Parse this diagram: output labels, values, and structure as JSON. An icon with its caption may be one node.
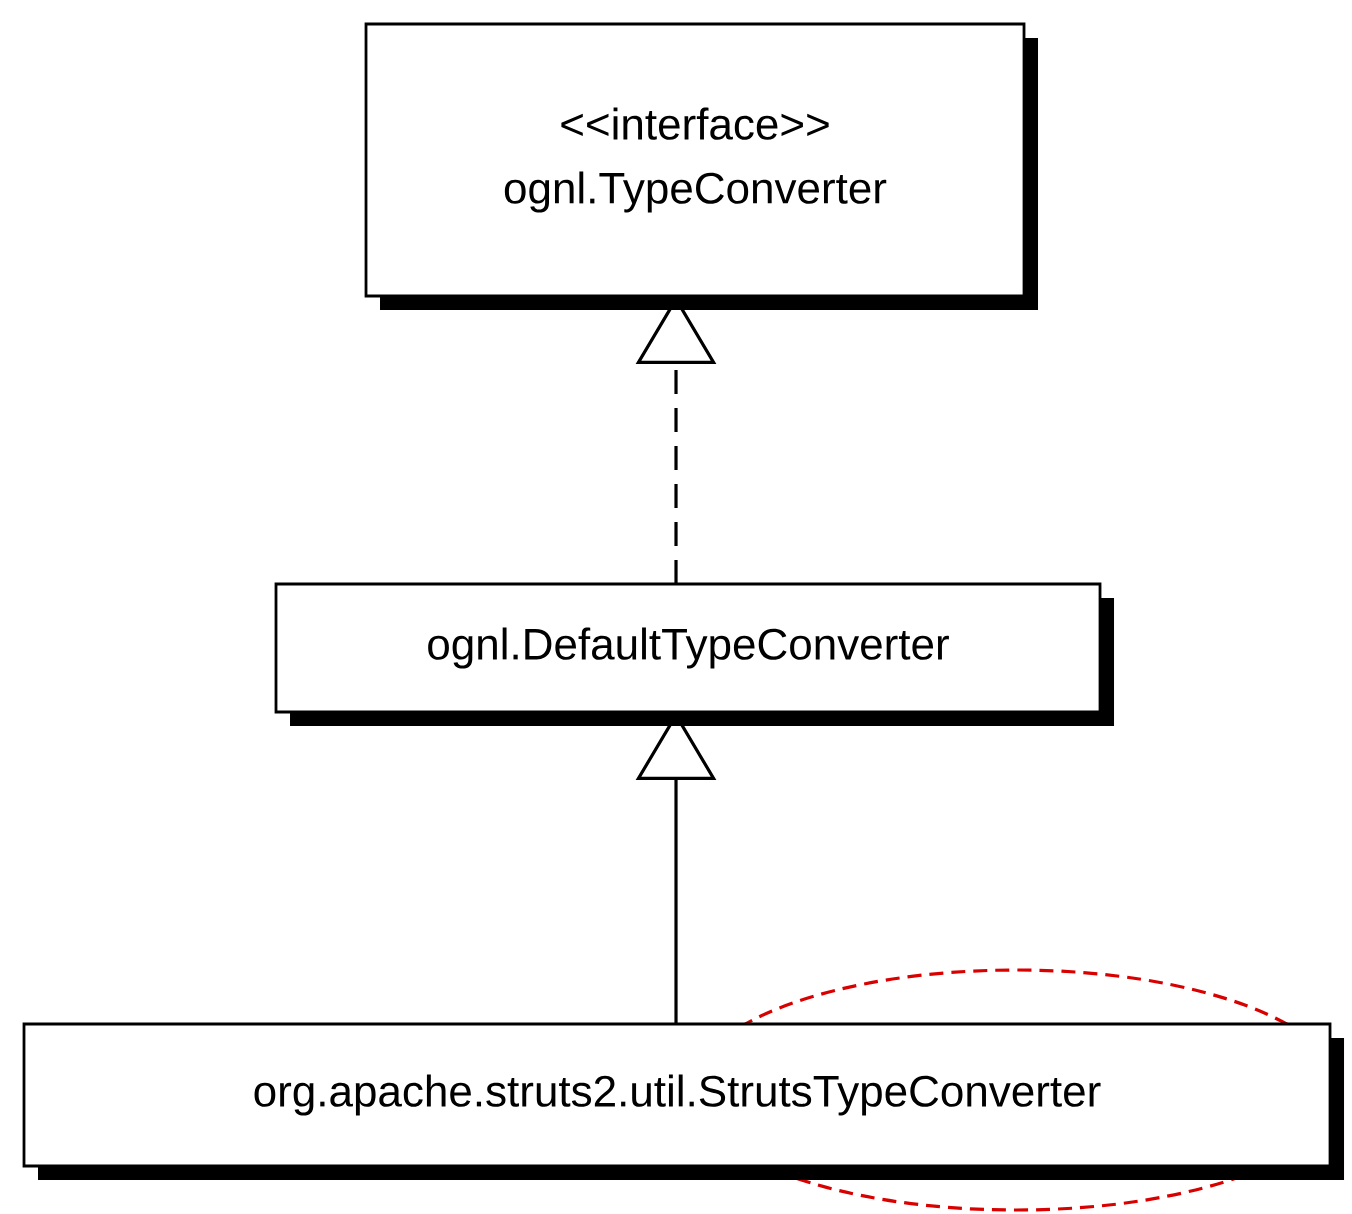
{
  "diagram": {
    "nodes": [
      {
        "text": [
          "<<interface>>",
          "ognl.TypeConverter"
        ]
      },
      {
        "text": [
          "ognl.DefaultTypeConverter"
        ]
      },
      {
        "text": [
          "org.apache.struts2.util.StrutsTypeConverter"
        ]
      }
    ],
    "edges": [
      {
        "from": 1,
        "to": 0,
        "arrow": "to",
        "style": "dashed"
      },
      {
        "from": 2,
        "to": 1,
        "arrow": "to"
      }
    ]
  }
}
